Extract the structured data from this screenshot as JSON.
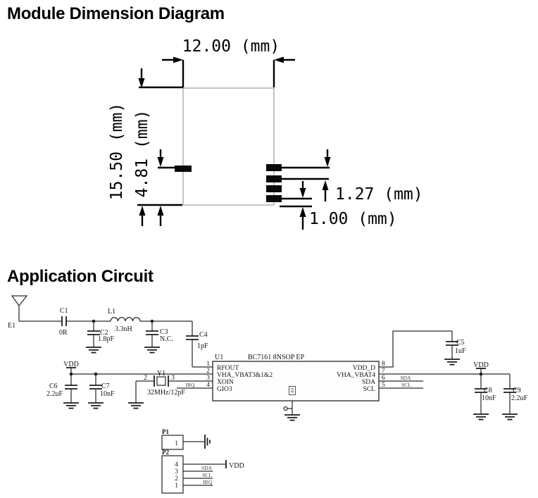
{
  "titles": {
    "dimension": "Module Dimension Diagram",
    "circuit": "Application Circuit"
  },
  "dimension_diagram": {
    "width": "12.00 (mm)",
    "height": "15.50 (mm)",
    "pad_offset": "4.81 (mm)",
    "pad_pitch": "1.27 (mm)",
    "pad_bottom": "1.00 (mm)"
  },
  "circuit": {
    "antenna_ref": "E1",
    "c1": {
      "ref": "C1",
      "value": "0R"
    },
    "l1": {
      "ref": "L1",
      "value": "3.3nH"
    },
    "c2": {
      "ref": "C2",
      "value": "1.8pF"
    },
    "c3": {
      "ref": "C3",
      "value": "N.C."
    },
    "c4": {
      "ref": "C4",
      "value": "1pF"
    },
    "c5": {
      "ref": "C5",
      "value": "1uF"
    },
    "c6": {
      "ref": "C6",
      "value": "2.2uF"
    },
    "c7": {
      "ref": "C7",
      "value": "10nF"
    },
    "c8": {
      "ref": "C8",
      "value": "10nF"
    },
    "c9": {
      "ref": "C9",
      "value": "2.2uF"
    },
    "y1": {
      "ref": "Y1",
      "value": "32MHz/12pF",
      "pin_left": "2",
      "pin_right": "3"
    },
    "vdd_left": "VDD",
    "vdd_right": "VDD",
    "irq_stub": "IRQ",
    "sda_stub": "SDA",
    "scl_stub": "SCL",
    "ic": {
      "ref": "U1",
      "part": "BC7161 8NSOP EP",
      "ep": "EP",
      "left_pins": [
        {
          "num": "1",
          "name": "RFOUT"
        },
        {
          "num": "2",
          "name": "VHA_VBAT3&1&2"
        },
        {
          "num": "3",
          "name": "XOIN"
        },
        {
          "num": "4",
          "name": "GIO3"
        }
      ],
      "right_pins": [
        {
          "num": "8",
          "name": "VDD_D"
        },
        {
          "num": "7",
          "name": "VHA_VBAT4"
        },
        {
          "num": "6",
          "name": "SDA"
        },
        {
          "num": "5",
          "name": "SCL"
        }
      ]
    },
    "p1": {
      "ref": "P1",
      "pin1": "1"
    },
    "p2": {
      "ref": "P2",
      "pin4": "4",
      "pin3": "3",
      "pin2": "2",
      "pin1": "1",
      "net_vdd": "VDD",
      "net_sda": "SDA",
      "net_scl": "SCL",
      "net_irq": "IRQ"
    }
  }
}
